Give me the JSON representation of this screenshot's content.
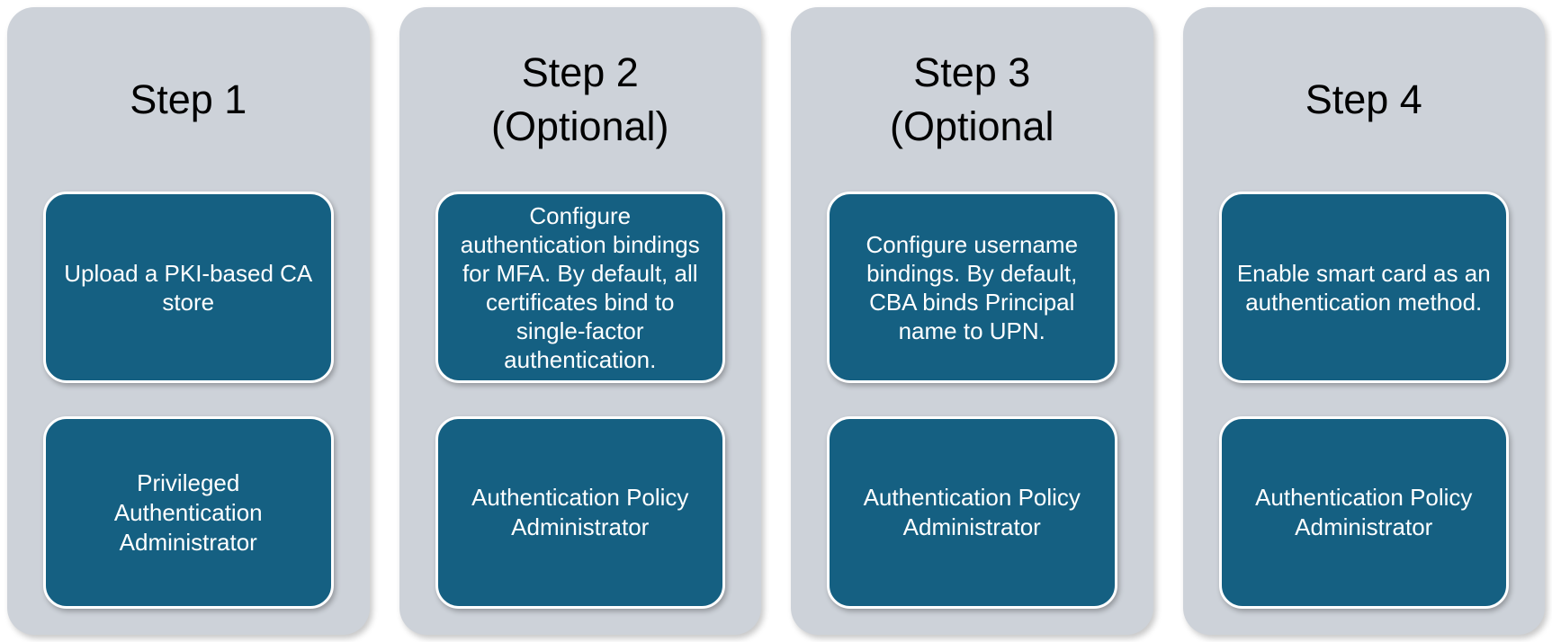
{
  "steps": [
    {
      "title": "Step 1",
      "description": "Upload a PKI-based CA\nstore",
      "role": "Privileged\nAuthentication\nAdministrator"
    },
    {
      "title": "Step 2\n(Optional)",
      "description": "Configure\nauthentication bindings\nfor MFA. By default, all\ncertificates bind to\nsingle-factor\nauthentication.",
      "role": "Authentication Policy\nAdministrator"
    },
    {
      "title": "Step 3\n(Optional",
      "description": "Configure username\nbindings. By default,\nCBA binds Principal\nname to UPN.",
      "role": "Authentication Policy\nAdministrator"
    },
    {
      "title": "Step 4",
      "description": "Enable smart card as an\nauthentication method.",
      "role": "Authentication Policy\nAdministrator"
    }
  ],
  "colors": {
    "page_background": "#ffffff",
    "panel_background": "#cdd2d9",
    "box_background": "#156082",
    "box_border": "#ffffff",
    "title_text": "#000000",
    "box_text": "#ffffff"
  }
}
